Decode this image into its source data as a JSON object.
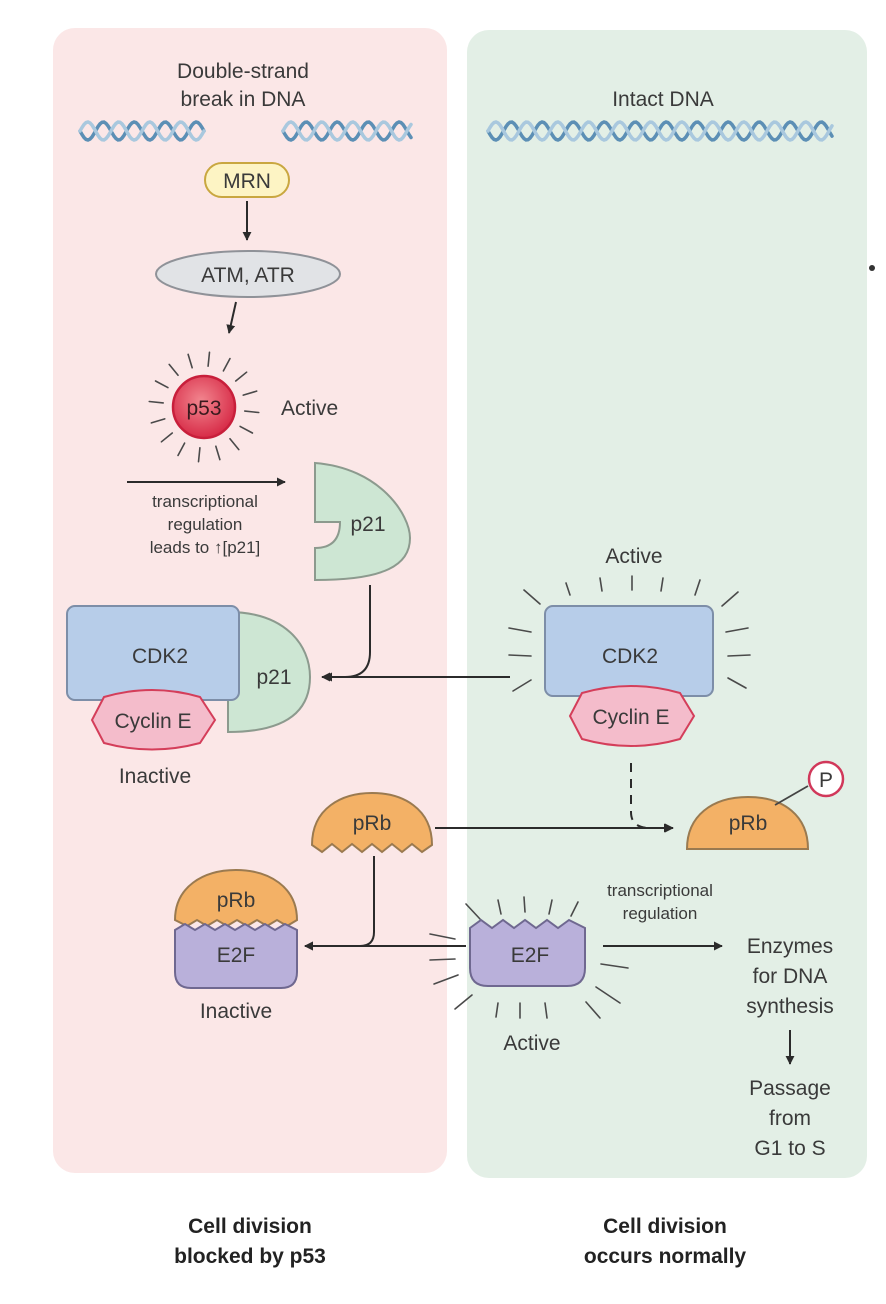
{
  "panels": {
    "left": {
      "color": "#fbe7e7",
      "dna_label_line1": "Double-strand",
      "dna_label_line2": "break in DNA",
      "caption_line1": "Cell division",
      "caption_line2": "blocked by p53"
    },
    "right": {
      "color": "#e3efe6",
      "dna_label": "Intact DNA",
      "caption_line1": "Cell division",
      "caption_line2": "occurs normally"
    }
  },
  "nodes": {
    "mrn": "MRN",
    "atm_atr": "ATM, ATR",
    "p53": "p53",
    "p53_state": "Active",
    "p21_free": "p21",
    "tr_reg_line1": "transcriptional",
    "tr_reg_line2": "regulation",
    "tr_reg_line3": "leads to ↑[p21]",
    "cdk2_inactive": "CDK2",
    "p21_bound": "p21",
    "cyclin_e_inactive": "Cyclin E",
    "complex_inactive_state": "Inactive",
    "cdk2_active_state": "Active",
    "cdk2_active": "CDK2",
    "cyclin_e_active": "Cyclin E",
    "prb_free": "pRb",
    "prb_phosphorylated": "pRb",
    "phosphate": "P",
    "prb_bound": "pRb",
    "e2f_bound": "E2F",
    "e2f_inactive_state": "Inactive",
    "e2f_active": "E2F",
    "e2f_active_state": "Active",
    "e2f_reg_line1": "transcriptional",
    "e2f_reg_line2": "regulation",
    "enzymes_line1": "Enzymes",
    "enzymes_line2": "for DNA",
    "enzymes_line3": "synthesis",
    "passage_line1": "Passage",
    "passage_line2": "from",
    "passage_line3": "G1 to S"
  },
  "colors": {
    "dna_strand_1": "#5c8fb5",
    "dna_strand_2": "#a9c8de",
    "mrn_fill": "#fdf4c4",
    "mrn_stroke": "#c9a740",
    "atm_fill": "#e1e3e6",
    "p53_fill": "#d9354d",
    "p53_rim": "#c81f3b",
    "p21_fill": "#cde6d3",
    "p21_stroke": "#8c9a8e",
    "cdk2_fill": "#b7cde9",
    "cdk2_stroke": "#7d8ea8",
    "cyclin_fill": "#f4bccb",
    "cyclin_stroke": "#d43e5a",
    "prb_fill": "#f3b166",
    "prb_stroke": "#9a7a50",
    "e2f_fill": "#b9b0da",
    "e2f_stroke": "#6f6890",
    "phosphate_stroke": "#d1385a"
  }
}
